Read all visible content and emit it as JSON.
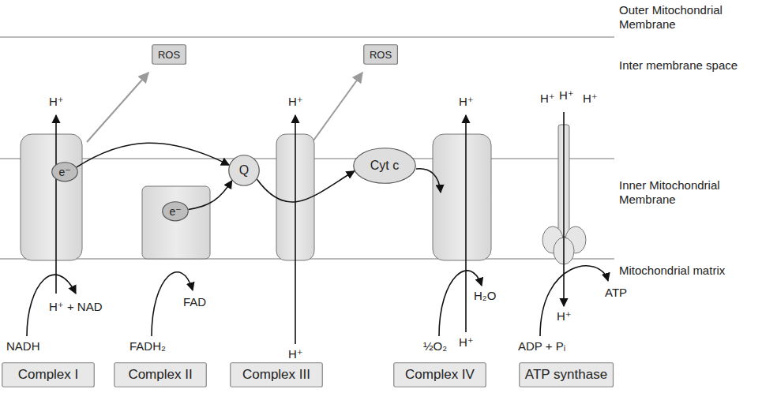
{
  "diagram": {
    "nodes": [
      {
        "text": [
          "ROS"
        ]
      },
      {
        "text": [
          "ROS"
        ]
      },
      {
        "text": [
          "e⁻"
        ]
      },
      {
        "text": [
          "e⁻"
        ]
      },
      {
        "text": [
          "Q"
        ]
      },
      {
        "text": [
          "Cyt c"
        ]
      },
      {
        "text": [
          "Complex I"
        ]
      },
      {
        "text": [
          "Complex II"
        ]
      },
      {
        "text": [
          "Complex III"
        ]
      },
      {
        "text": [
          "Complex IV"
        ]
      },
      {
        "text": [
          "ATP synthase"
        ]
      }
    ],
    "edges": [
      {
        "from": 2,
        "to": 4,
        "arrow": "to"
      },
      {
        "from": 3,
        "to": 4,
        "arrow": "to"
      },
      {
        "from": 4,
        "to": 5,
        "arrow": "to"
      }
    ],
    "labels": [
      "Outer Mitochondrial Membrane",
      "Inter membrane space",
      "Inner Mitochondrial Membrane",
      "Mitochondrial matrix",
      "H⁺",
      "H⁺",
      "H⁺",
      "H⁺",
      "H⁺",
      "H⁺",
      "H⁺ + NAD",
      "FAD",
      "H₂O",
      "ATP",
      "H⁺",
      "H⁺",
      "H⁺",
      "NADH",
      "FADH₂",
      "½O₂",
      "ADP + Pᵢ"
    ]
  }
}
